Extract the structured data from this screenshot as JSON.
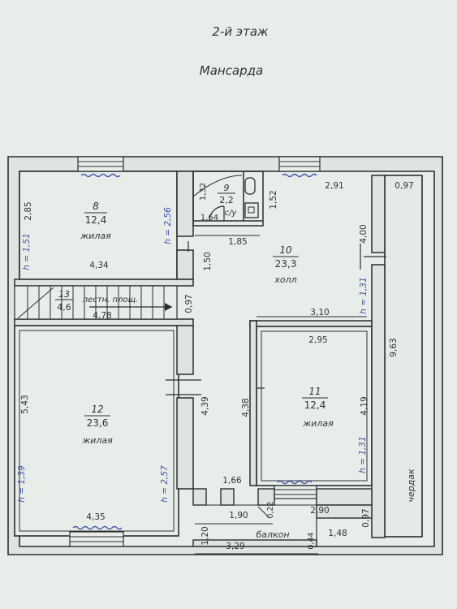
{
  "header": {
    "floor": "2-й   этаж",
    "subtitle": "Мансарда"
  },
  "rooms": {
    "r8": {
      "number": "8",
      "area": "12,4",
      "name": "жилая"
    },
    "r9": {
      "number": "9",
      "area": "2,2",
      "name": "с/у"
    },
    "r10": {
      "number": "10",
      "area": "23,3",
      "name": "холл"
    },
    "r11": {
      "number": "11",
      "area": "12,4",
      "name": "жилая"
    },
    "r12": {
      "number": "12",
      "area": "23,6",
      "name": "жилая"
    },
    "r13": {
      "number": "13",
      "area": "4,6",
      "name": "лестн. площ."
    },
    "balcony": {
      "name": "балкон"
    },
    "attic": {
      "name": "чердак"
    }
  },
  "dimensions": {
    "d_2_85": "2,85",
    "d_h151": "h = 1,51",
    "d_h256": "h = 2,56",
    "d_4_34": "4,34",
    "d_1_32": "1,32",
    "d_1_64": "1,64",
    "d_1_52": "1,52",
    "d_1_85": "1,85",
    "d_1_50": "1,50",
    "d_2_91": "2,91",
    "d_0_97a": "0,97",
    "d_4_00": "4,00",
    "d_h131a": "h = 1,31",
    "d_0_97b": "0,97",
    "d_4_78": "4,78",
    "d_3_10": "3,10",
    "d_2_95": "2,95",
    "d_9_63": "9,63",
    "d_5_43": "5,43",
    "d_h139": "h = 1,39",
    "d_h257": "h = 2,57",
    "d_4_39": "4,39",
    "d_4_38": "4,38",
    "d_4_19": "4,19",
    "d_h131b": "h = 1,31",
    "d_4_35": "4,35",
    "d_1_66": "1,66",
    "d_1_90": "1,90",
    "d_0_22": "0,22",
    "d_2_90": "2,90",
    "d_0_97c": "0,97",
    "d_1_20": "1,20",
    "d_3_29": "3,29",
    "d_1_48": "1,48",
    "d_0_44": "0,44"
  },
  "colors": {
    "paper": "#e9edea",
    "line": "#2a2d2c",
    "text": "#2f3332",
    "blue": "#3a55a8",
    "fill": "#dfe4e1"
  }
}
